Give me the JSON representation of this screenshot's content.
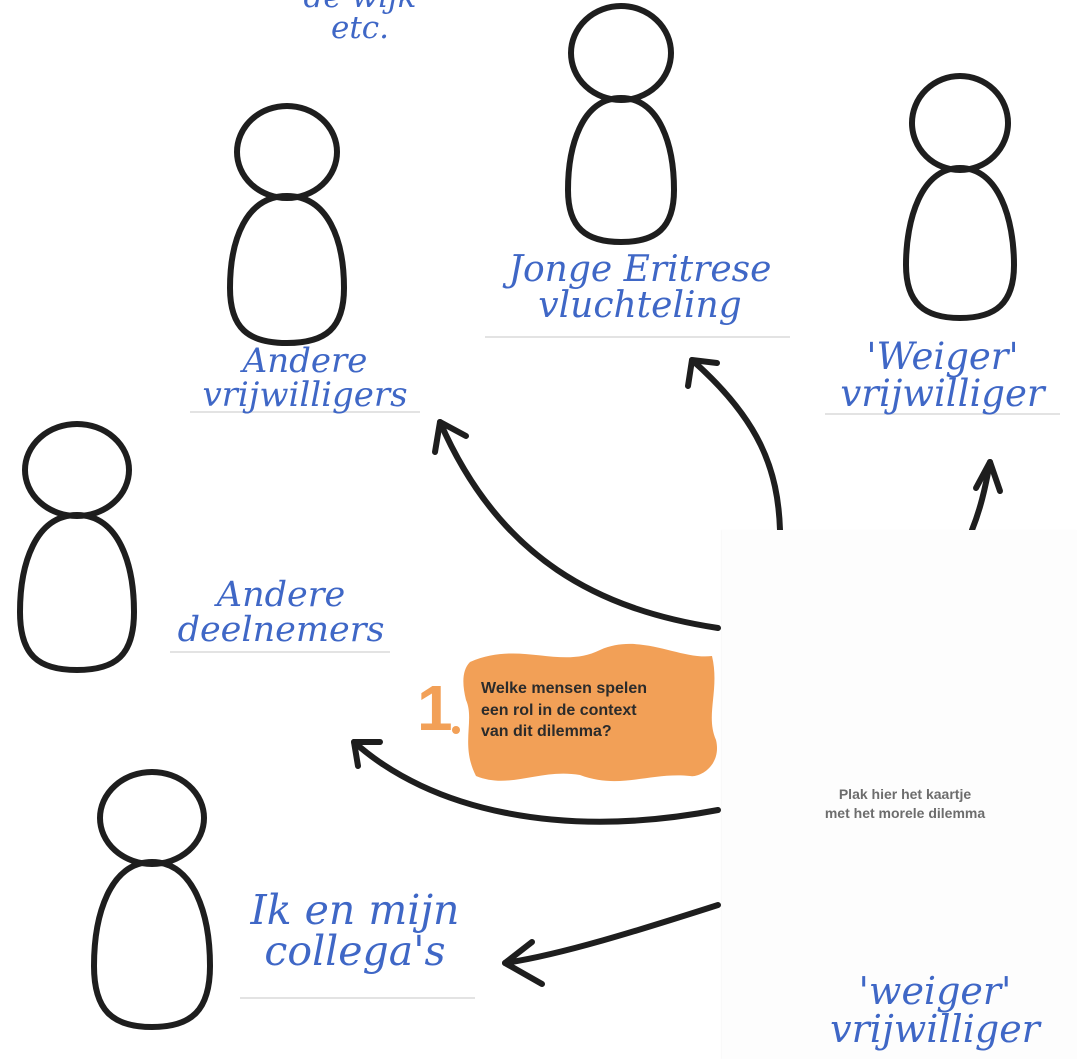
{
  "top_fragment": {
    "lines": [
      "de wijk",
      "etc."
    ]
  },
  "persons": [
    {
      "id": "andere-vrijwilligers",
      "lines": [
        "Andere",
        "vrijwilligers"
      ]
    },
    {
      "id": "jonge-eritrese-vluchteling",
      "lines": [
        "Jonge Eritrese",
        "vluchteling"
      ]
    },
    {
      "id": "weiger-vrijwilliger",
      "lines": [
        "'Weiger'",
        "vrijwilliger"
      ]
    },
    {
      "id": "andere-deelnemers",
      "lines": [
        "Andere",
        "deelnemers"
      ]
    },
    {
      "id": "ik-en-mijn-collegas",
      "lines": [
        "Ik en mijn",
        "collega's"
      ]
    }
  ],
  "question": {
    "number": "1",
    "lines": [
      "Welke mensen spelen",
      "een rol in de context",
      "van dit dilemma?"
    ]
  },
  "card": {
    "lines": [
      "Plak hier het kaartje",
      "met het morele dilemma"
    ]
  },
  "card_annotation": {
    "lines": [
      "'weiger'",
      "vrijwilliger"
    ]
  },
  "colors": {
    "ink": "#1e1e1e",
    "handwriting": "#3f67c6",
    "highlight": "#f2a057",
    "card_text": "#6d6d6d"
  }
}
